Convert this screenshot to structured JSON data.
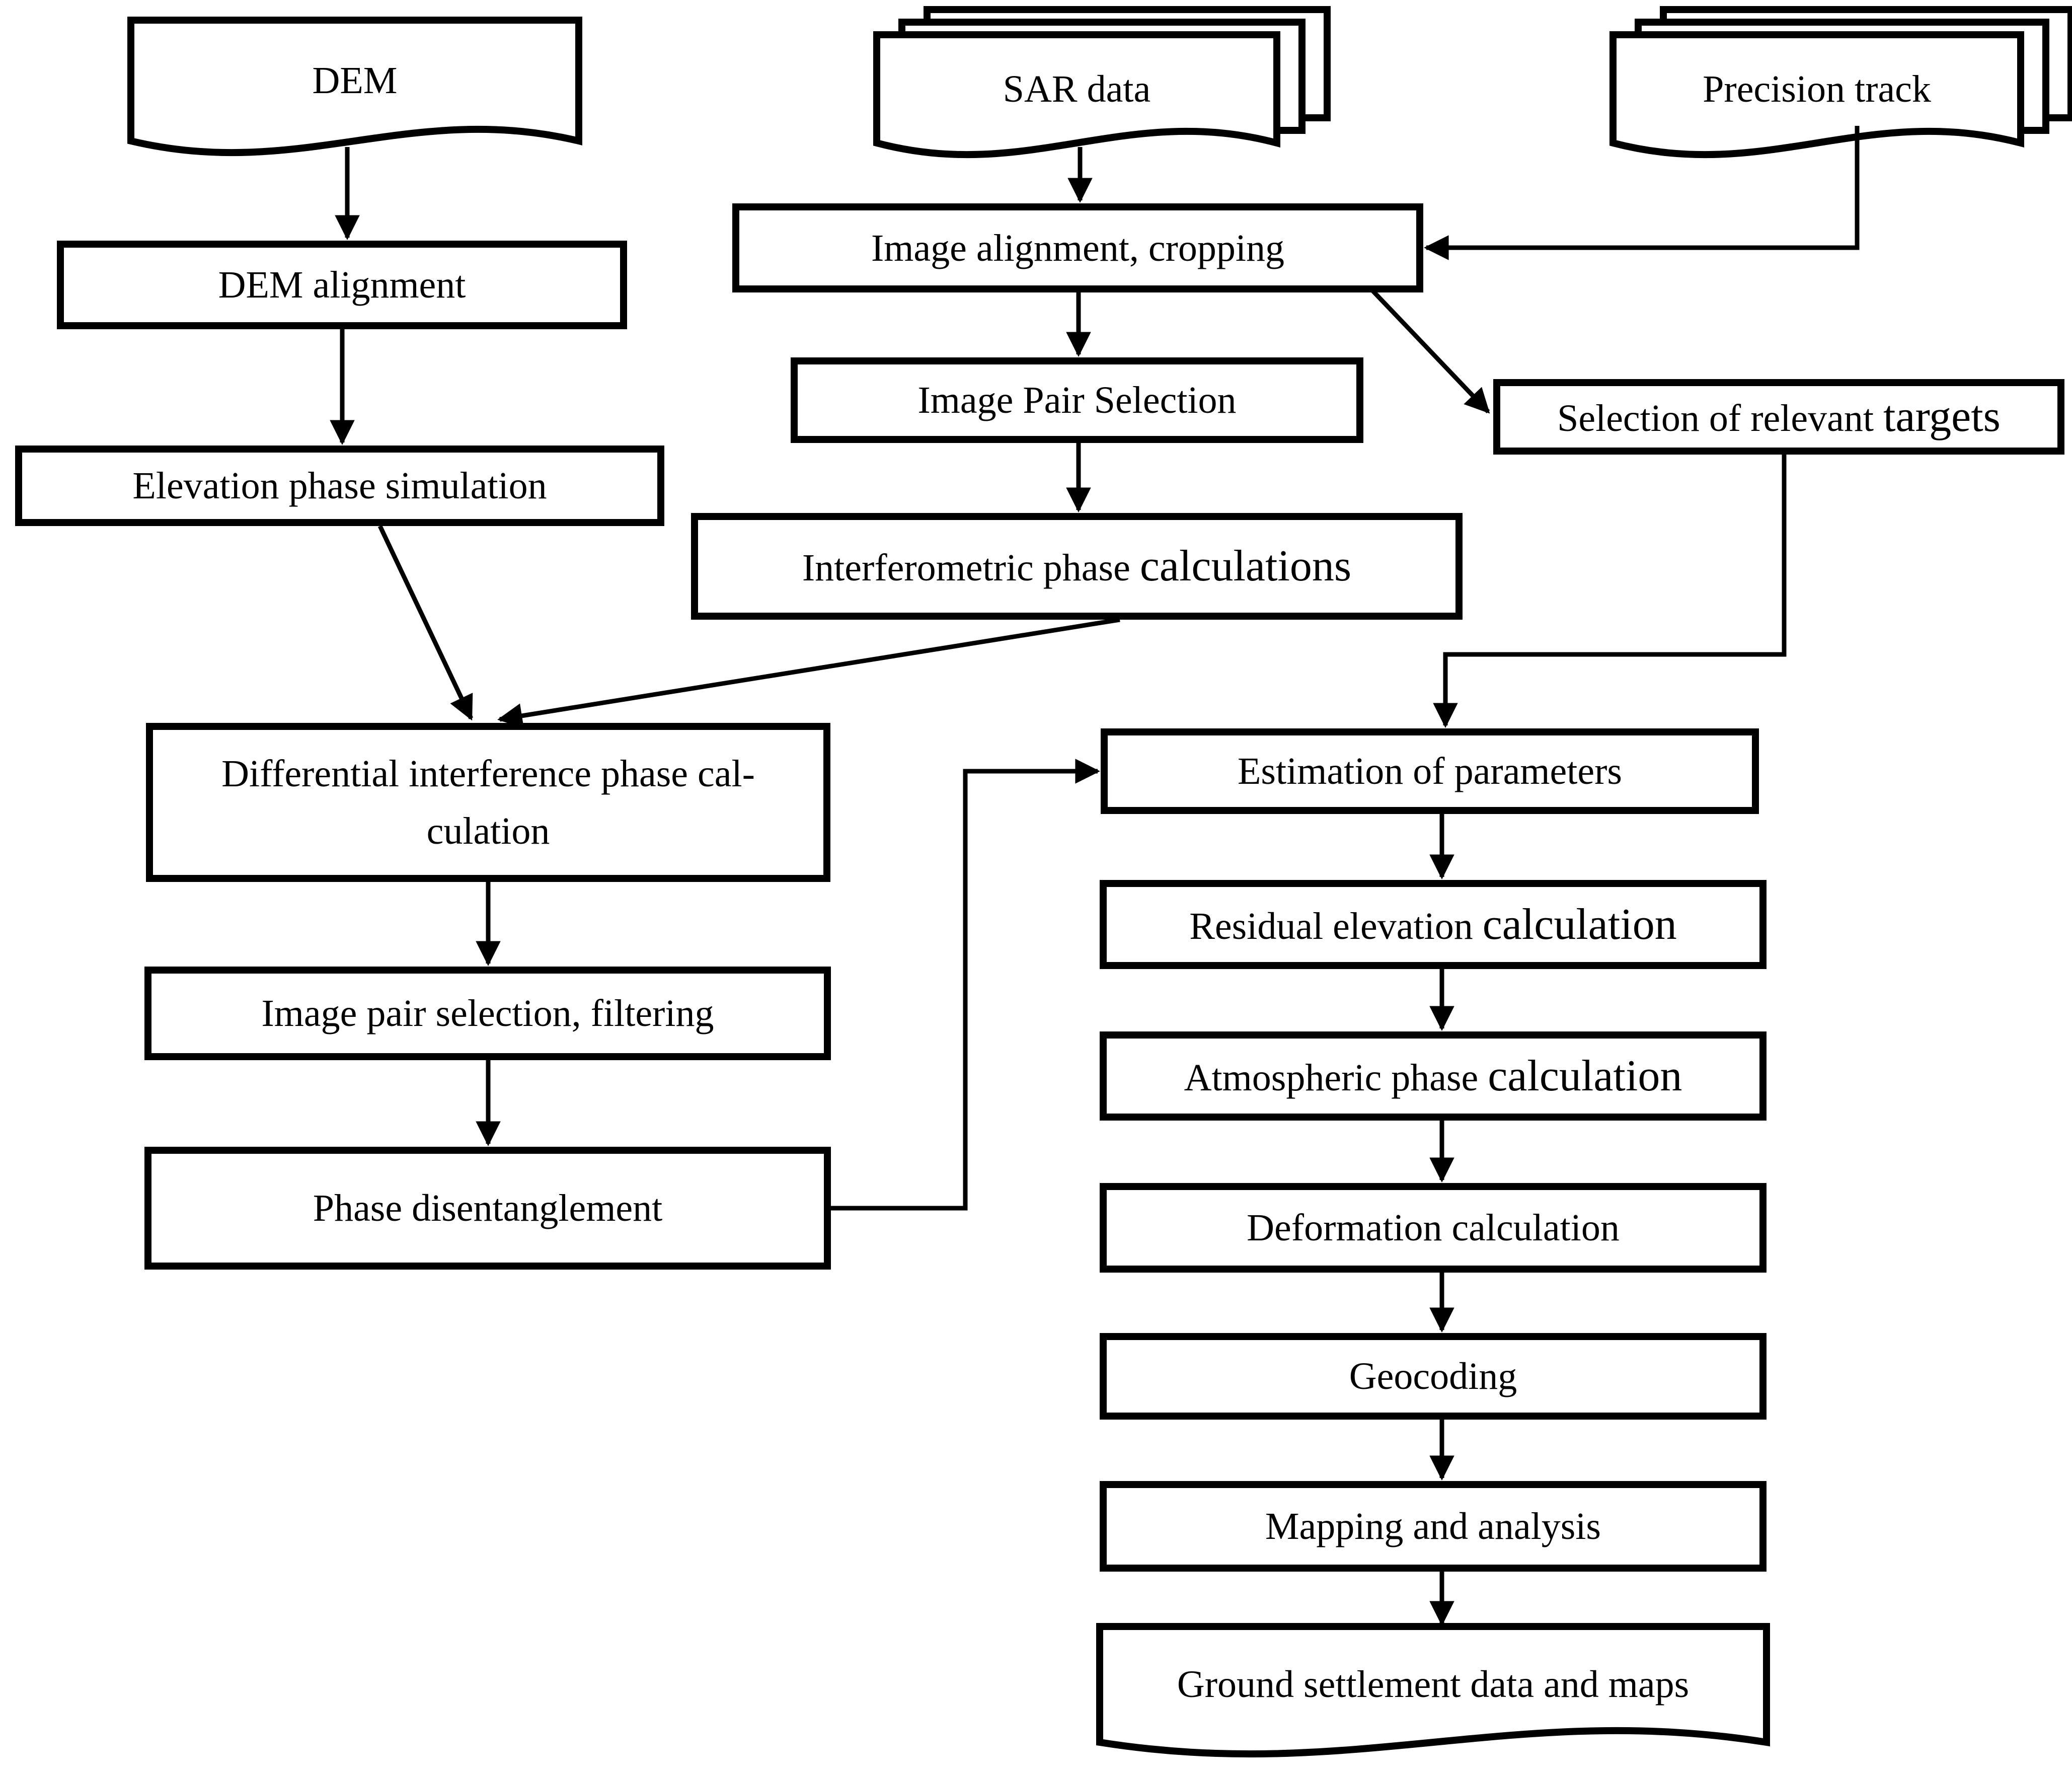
{
  "figure": {
    "type": "flowchart",
    "background_color": "#ffffff",
    "line_color": "#000000",
    "nodes": {
      "dem": {
        "shape": "document",
        "text": "DEM"
      },
      "sar": {
        "shape": "document-stack",
        "text": "SAR data"
      },
      "precision": {
        "shape": "document-stack",
        "text": "Precision track"
      },
      "dem_alignment": {
        "shape": "process",
        "text": "DEM alignment"
      },
      "image_alignment": {
        "shape": "process",
        "text": "Image alignment, cropping"
      },
      "elevation_sim": {
        "shape": "process",
        "text": "Elevation phase simulation"
      },
      "image_pair_sel": {
        "shape": "process",
        "text": "Image Pair Selection"
      },
      "selection_targets": {
        "shape": "process",
        "text": "Selection of relevant ",
        "text2": "targets"
      },
      "interferometric": {
        "shape": "process",
        "text": "Interferometric phase ",
        "text2": "calculations"
      },
      "differential": {
        "shape": "process",
        "text": "Differential interference phase cal-\nculation"
      },
      "pair_filtering": {
        "shape": "process",
        "text": "Image pair selection, filtering"
      },
      "phase_disentanglement": {
        "shape": "process",
        "text": "Phase disentanglement"
      },
      "estimation": {
        "shape": "process",
        "text": "Estimation of parameters"
      },
      "residual": {
        "shape": "process",
        "text": "Residual elevation ",
        "text2": "calculation"
      },
      "atmospheric": {
        "shape": "process",
        "text": "Atmospheric phase ",
        "text2": "calculation"
      },
      "deformation": {
        "shape": "process",
        "text": "Deformation calculation"
      },
      "geocoding": {
        "shape": "process",
        "text": "Geocoding"
      },
      "mapping": {
        "shape": "process",
        "text": "Mapping and analysis"
      },
      "ground": {
        "shape": "document",
        "text": "Ground settlement data and maps"
      }
    },
    "edges": [
      "DEM -> DEM alignment",
      "DEM alignment -> Elevation phase simulation",
      "Elevation phase simulation -> Differential interference phase calculation",
      "SAR data -> Image alignment, cropping",
      "Precision track -> Image alignment, cropping",
      "Image alignment, cropping -> Image Pair Selection",
      "Image alignment, cropping -> Selection of relevant targets",
      "Image Pair Selection -> Interferometric phase calculations",
      "Interferometric phase calculations -> Differential interference phase calculation",
      "Selection of relevant targets -> Estimation of parameters",
      "Differential interference phase calculation -> Image pair selection, filtering",
      "Image pair selection, filtering -> Phase disentanglement",
      "Phase disentanglement -> Estimation of parameters",
      "Estimation of parameters -> Residual elevation calculation",
      "Residual elevation calculation -> Atmospheric phase calculation",
      "Atmospheric phase calculation -> Deformation calculation",
      "Deformation calculation -> Geocoding",
      "Geocoding -> Mapping and analysis",
      "Mapping and analysis -> Ground settlement data and maps"
    ]
  }
}
